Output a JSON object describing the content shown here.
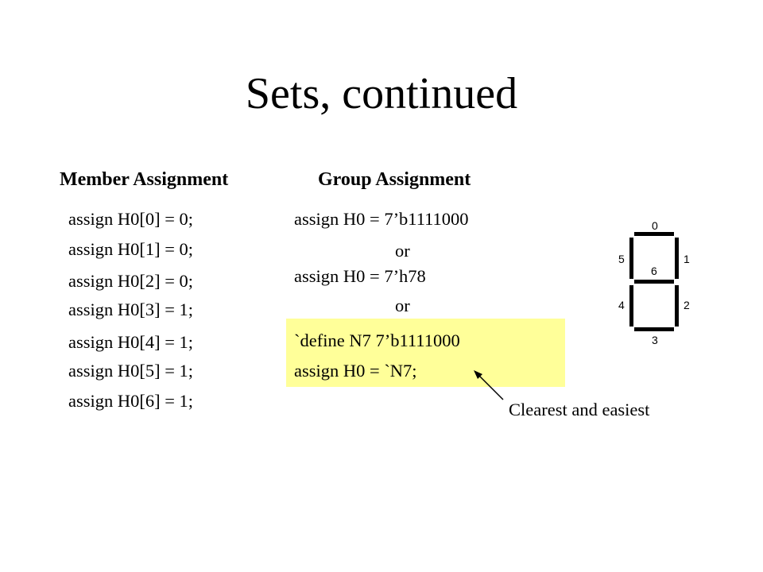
{
  "slide": {
    "title": "Sets, continued",
    "member_heading": "Member Assignment",
    "group_heading": "Group Assignment",
    "member_lines": [
      "assign  H0[0] = 0;",
      "assign  H0[1] = 0;",
      "assign  H0[2] = 0;",
      "assign  H0[3] = 1;",
      "assign  H0[4] = 1;",
      "assign  H0[5] = 1;",
      "assign  H0[6] = 1;"
    ],
    "group_line_1": "assign  H0 = 7’b1111000",
    "or_1": "or",
    "group_line_2": "assign  H0 = 7’h78",
    "or_2": "or",
    "define_line": "`define N7  7’b1111000",
    "define_assign": "assign  H0 = `N7;",
    "callout": "Clearest and easiest",
    "highlight_color": "#ffff99"
  },
  "seven_segment": {
    "labels": [
      "0",
      "1",
      "2",
      "3",
      "4",
      "5",
      "6"
    ],
    "segment_color": "#000000"
  }
}
